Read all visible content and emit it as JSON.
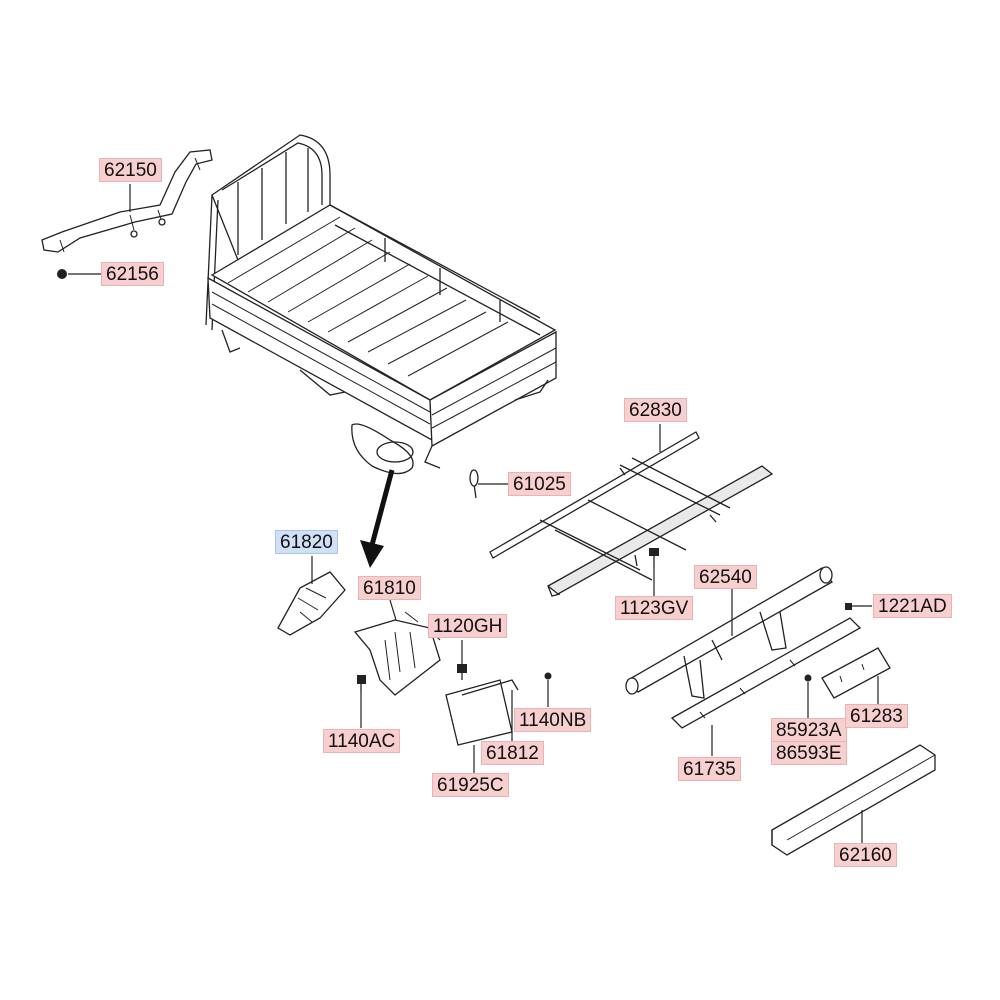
{
  "labels": {
    "p62150": "62150",
    "p62156": "62156",
    "p62830": "62830",
    "p61025": "61025",
    "p61820": "61820",
    "p61810": "61810",
    "p1120GH": "1120GH",
    "p62540": "62540",
    "p1123GV": "1123GV",
    "p1221AD": "1221AD",
    "p1140NB": "1140NB",
    "p1140AC": "1140AC",
    "p61812": "61812",
    "p85923A": "85923A",
    "p61283": "61283",
    "p86593E": "86593E",
    "p61925C": "61925C",
    "p61735": "61735",
    "p62160": "62160"
  },
  "selected_part": "61820",
  "colors": {
    "label_bg": "#f8cfcf",
    "selected_label_bg": "#cfe0f7",
    "line": "#222222"
  }
}
